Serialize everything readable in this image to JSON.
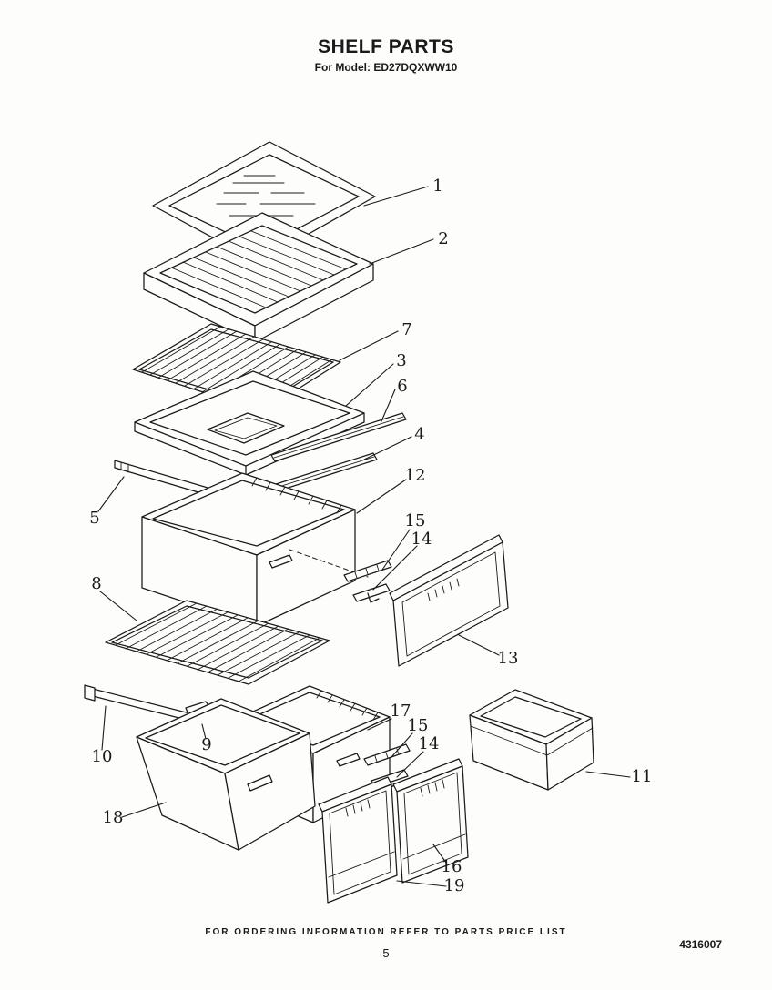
{
  "header": {
    "title": "SHELF PARTS",
    "model_line": "For Model: ED27DQXWW10"
  },
  "callouts": [
    {
      "label": "1"
    },
    {
      "label": "2"
    },
    {
      "label": "7"
    },
    {
      "label": "3"
    },
    {
      "label": "6"
    },
    {
      "label": "4"
    },
    {
      "label": "5"
    },
    {
      "label": "12"
    },
    {
      "label": "15"
    },
    {
      "label": "14"
    },
    {
      "label": "8"
    },
    {
      "label": "13"
    },
    {
      "label": "17"
    },
    {
      "label": "15"
    },
    {
      "label": "14"
    },
    {
      "label": "10"
    },
    {
      "label": "9"
    },
    {
      "label": "11"
    },
    {
      "label": "18"
    },
    {
      "label": "16"
    },
    {
      "label": "19"
    }
  ],
  "footer": {
    "ordering_note": "FOR ORDERING INFORMATION REFER TO PARTS PRICE LIST",
    "page_number": "5",
    "doc_number": "4316007"
  },
  "colors": {
    "ink": "#1a1a1a",
    "paper": "#fdfdfc"
  }
}
